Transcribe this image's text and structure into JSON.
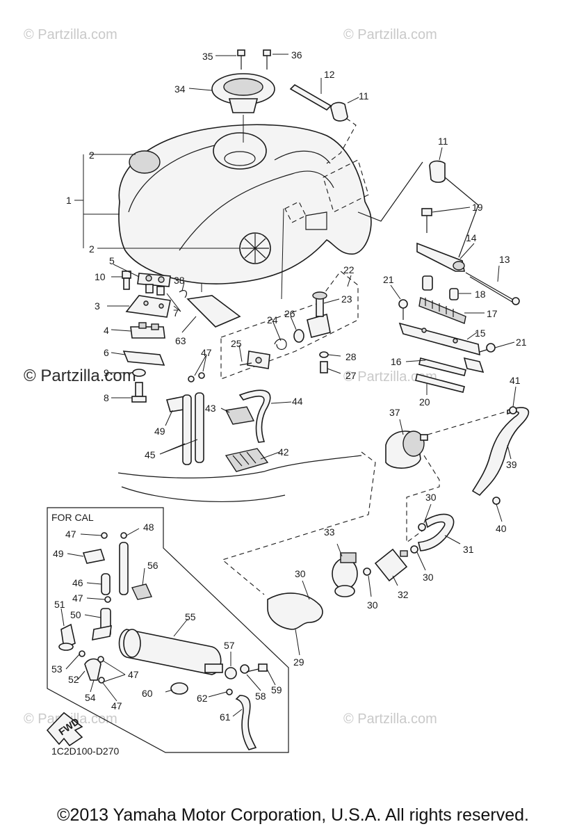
{
  "watermarks": {
    "site": "© Partzilla.com",
    "site_short": "© Partzilla.com"
  },
  "inset": {
    "title": "FOR CAL",
    "fwd_label": "FWD"
  },
  "diagram_code": "1C2D100-D270",
  "copyright": "©2013 Yamaha Motor Corporation, U.S.A. All rights reserved.",
  "callouts": {
    "c1": "1",
    "c2a": "2",
    "c2b": "2",
    "c3": "3",
    "c4": "4",
    "c5": "5",
    "c6": "6",
    "c7": "7",
    "c8": "8",
    "c9": "9",
    "c10": "10",
    "c11a": "11",
    "c11b": "11",
    "c12": "12",
    "c13": "13",
    "c14": "14",
    "c15": "15",
    "c16": "16",
    "c17": "17",
    "c18": "18",
    "c19": "19",
    "c20": "20",
    "c21a": "21",
    "c21b": "21",
    "c22": "22",
    "c23": "23",
    "c24": "24",
    "c25": "25",
    "c26": "26",
    "c27": "27",
    "c28": "28",
    "c29": "29",
    "c30a": "30",
    "c30b": "30",
    "c30c": "30",
    "c30d": "30",
    "c31": "31",
    "c32": "32",
    "c33": "33",
    "c34": "34",
    "c35": "35",
    "c36": "36",
    "c37": "37",
    "c38": "38",
    "c39": "39",
    "c40": "40",
    "c41": "41",
    "c42": "42",
    "c43": "43",
    "c44": "44",
    "c45": "45",
    "c47a": "47",
    "c49": "49",
    "c63": "63",
    "i47a": "47",
    "i48": "48",
    "i49": "49",
    "i46": "46",
    "i56": "56",
    "i47b": "47",
    "i51": "51",
    "i50": "50",
    "i55": "55",
    "i53": "53",
    "i52": "52",
    "i47c": "47",
    "i57": "57",
    "i54": "54",
    "i47d": "47",
    "i60": "60",
    "i62": "62",
    "i58": "58",
    "i59": "59",
    "i61": "61"
  }
}
